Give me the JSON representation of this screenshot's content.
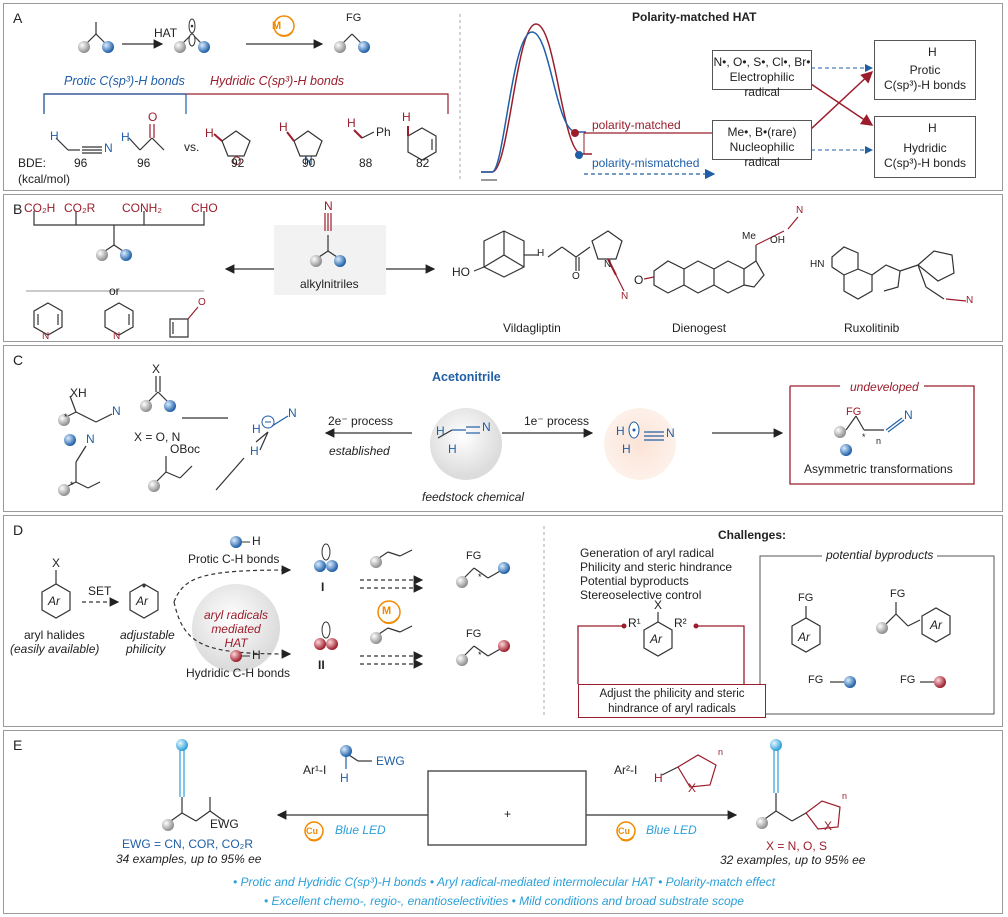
{
  "panels": {
    "a": "A",
    "b": "B",
    "c": "C",
    "d": "D",
    "e": "E"
  },
  "a": {
    "hat": "HAT",
    "fg": "FG",
    "metal": "M",
    "protic": "Protic C(sp³)-H bonds",
    "hydridic": "Hydridic C(sp³)-H bonds",
    "vs": "vs.",
    "bde_label": "BDE:",
    "bde_unit": "(kcal/mol)",
    "bde": [
      "96",
      "96",
      "92",
      "90",
      "88",
      "82"
    ],
    "h": "H",
    "o": "O",
    "n": "N",
    "ph": "Ph",
    "title": "Polarity-matched HAT",
    "electrophilic_radicals": "N•, O•, S•, Cl•, Br•",
    "electrophilic_label": "Electrophilic radical",
    "nucleophilic_radicals": "Me•, B•(rare)",
    "nucleophilic_label": "Nucleophilic radical",
    "protic_box": [
      "Protic",
      "C(sp³)-H bonds"
    ],
    "hydridic_box": [
      "Hydridic",
      "C(sp³)-H bonds"
    ],
    "matched": "polarity-matched",
    "mismatched": "polarity-mismatched"
  },
  "b": {
    "groups": [
      "CO₂H",
      "CO₂R",
      "CONH₂",
      "CHO"
    ],
    "or": "or",
    "alkylnitriles": "alkylnitriles",
    "n": "N",
    "o": "O",
    "h": "H",
    "me": "Me",
    "oh": "OH",
    "ho": "HO",
    "hn": "HN",
    "drugs": [
      "Vildagliptin",
      "Dienogest",
      "Ruxolitinib"
    ]
  },
  "c": {
    "title": "Acetonitrile",
    "feedstock": "feedstock chemical",
    "two_e": "2e⁻ process",
    "established": "established",
    "one_e": "1e⁻ process",
    "undeveloped": "undeveloped",
    "asym": "Asymmetric transformations",
    "fg": "FG",
    "xh": "XH",
    "x": "X",
    "xon": "X = O, N",
    "oboc": "OBoc",
    "n": "N",
    "h": "H",
    "star": "*",
    "sub_n": "n"
  },
  "d": {
    "x": "X",
    "ar": "Ar",
    "set": "SET",
    "aryl_halides": "aryl halides",
    "easily": "(easily available)",
    "adjustable": [
      "adjustable",
      "philicity"
    ],
    "protic": "Protic C-H bonds",
    "hydridic": "Hydridic C-H bonds",
    "center": [
      "aryl radicals",
      "mediated",
      "HAT"
    ],
    "i": "I",
    "ii": "II",
    "fg": "FG",
    "m": "M",
    "h": "H",
    "star": "*",
    "challenges_title": "Challenges:",
    "challenges": [
      "Generation of aryl radical",
      "Philicity and steric hindrance",
      "Potential byproducts",
      "Stereoselective control"
    ],
    "r1": "R¹",
    "r2": "R²",
    "adjust_box": [
      "Adjust the philicity and steric",
      "hindrance of aryl radicals"
    ],
    "byproducts_title": "potential byproducts"
  },
  "e": {
    "ar1": "Ar¹-I",
    "ewg": "EWG",
    "h": "H",
    "cu": "Cu",
    "blue_led": "Blue LED",
    "ewg_def": "EWG = CN, COR, CO₂R",
    "left_examples": "34 examples, up to 95% ee",
    "ar2": "Ar²-I",
    "x": "X",
    "n": "n",
    "xdef": "X = N, O, S",
    "right_examples": "32 examples, up to 95% ee",
    "plus": "+",
    "features1": "• Protic and Hydridic C(sp³)-H bonds  • Aryl radical-mediated intermolecular HAT  • Polarity-match effect",
    "features2": "• Excellent chemo-, regio-, enantioselectivities  • Mild conditions and broad substrate scope"
  },
  "colors": {
    "blue": "#1f5fa6",
    "red": "#9b1d2b",
    "orange": "#f08a00",
    "light_blue": "#2a9fd8"
  }
}
